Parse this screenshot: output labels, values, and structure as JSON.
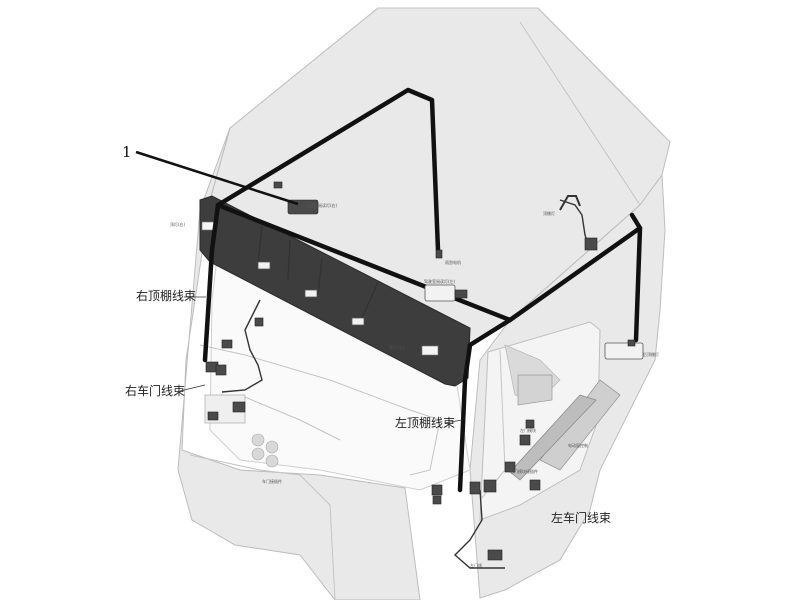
{
  "callout": {
    "number": "1"
  },
  "harness_labels": {
    "right_roof": "右顶棚线束",
    "right_door": "右车门线束",
    "left_roof": "左顶棚线束",
    "left_door": "左车门线束"
  },
  "component_labels": {
    "right_roof_lamp": "顶灯(右)",
    "right_reading_lamp": "驾驶室阅读灯(右)",
    "rain_sensor": "雨刮电机",
    "left_reading_lamp": "驾驶室阅读灯(左)",
    "roof_lamp": "顶棚灯",
    "left_roof_lamp": "顶灯(左)",
    "rear_lamp": "后顶棚灯",
    "window_switch": "电动窗控制",
    "door_connector": "车门接插件",
    "right_door_module": "右门模块接插件",
    "left_door_module": "左门模块",
    "left_lower": "左门线"
  },
  "colors": {
    "harness": "#111111",
    "cab": "#e9e9e9",
    "visor": "#3d3d3d"
  }
}
